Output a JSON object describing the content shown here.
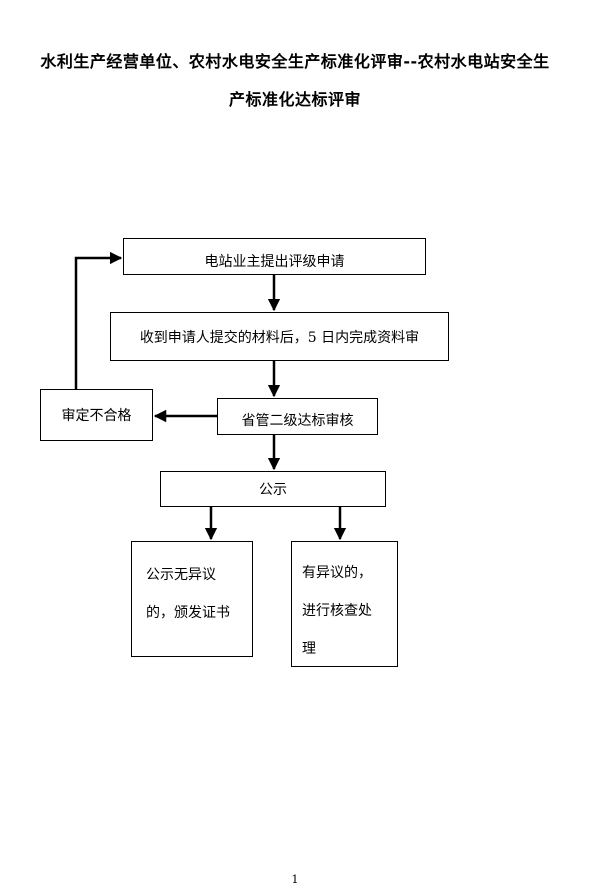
{
  "title": {
    "line1": "水利生产经营单位、农村水电安全生产标准化评审--农村水电站安全生",
    "line2": "产标准化达标评审"
  },
  "flowchart": {
    "apply": "电站业主提出评级申请",
    "review": "收到申请人提交的材料后，5 日内完成资料审",
    "reject": "审定不合格",
    "province": "省管二级达标审核",
    "publicity": "公示",
    "no_objection": [
      "公示无异议",
      "的，颁发证书"
    ],
    "objection": [
      "有异议的，",
      "进行核查处",
      "理"
    ]
  },
  "page_number": "1"
}
